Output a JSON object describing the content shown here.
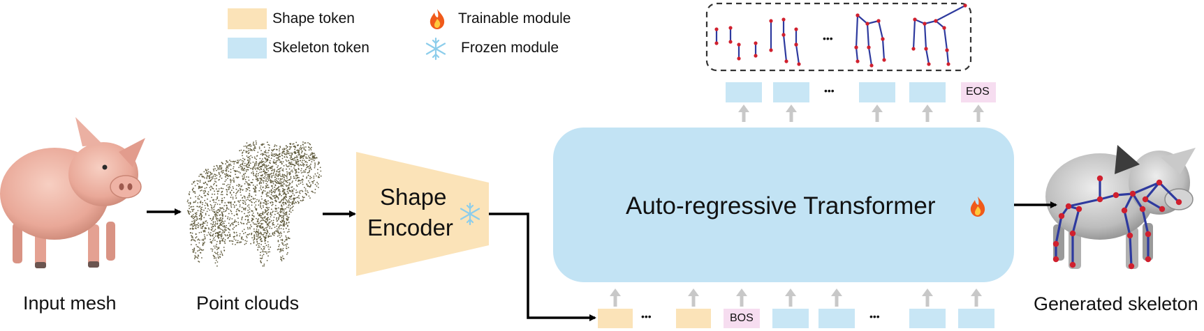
{
  "legend": {
    "shape_token": "Shape token",
    "skeleton_token": "Skeleton token",
    "trainable": "Trainable module",
    "frozen": "Frozen module"
  },
  "captions": {
    "input_mesh": "Input mesh",
    "point_clouds": "Point clouds",
    "generated_skeleton": "Generated skeleton"
  },
  "encoder": {
    "line1": "Shape",
    "line2": "Encoder"
  },
  "transformer": {
    "label": "Auto-regressive Transformer"
  },
  "tokens": {
    "bos": "BOS",
    "eos": "EOS",
    "ellipsis": "•••"
  },
  "icons": {
    "trainable": "fire-icon",
    "frozen": "snowflake-icon"
  },
  "colors": {
    "shape_token": "#FBE3B8",
    "skeleton_token": "#C8E6F5",
    "transformer": "#C2E3F4",
    "special_token": "#F6DDF0",
    "skeleton_line": "#2E3A9E",
    "skeleton_joint": "#D0202E"
  }
}
